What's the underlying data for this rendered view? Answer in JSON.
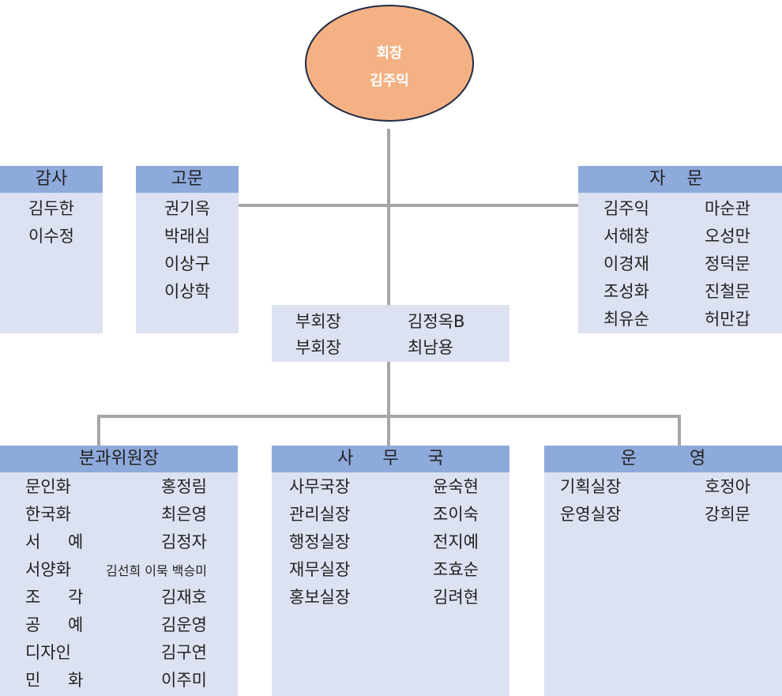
{
  "chairman": {
    "title": "회장",
    "name": "김주익"
  },
  "audit": {
    "title": "감사",
    "members": [
      "김두한",
      "이수정"
    ]
  },
  "advisor": {
    "title": "고문",
    "members": [
      "권기옥",
      "박래심",
      "이상구",
      "이상학"
    ]
  },
  "consult": {
    "title": "자 문",
    "left": [
      "김주익",
      "서해창",
      "이경재",
      "조성화",
      "최유순"
    ],
    "right": [
      "마순관",
      "오성만",
      "정덕문",
      "진철문",
      "허만갑"
    ]
  },
  "vice": {
    "rows": [
      {
        "role": "부회장",
        "name": "김정옥B"
      },
      {
        "role": "부회장",
        "name": "최남용"
      }
    ]
  },
  "committee": {
    "title": "분과위원장",
    "left": [
      "문인화",
      "한국화",
      "서 예",
      "서양화",
      "조 각",
      "공 예",
      "디자인",
      "민 화"
    ],
    "right": [
      "홍정림",
      "최은영",
      "김정자",
      "김선희 이묵 백승미",
      "김재호",
      "김운영",
      "김구연",
      "이주미"
    ]
  },
  "office": {
    "title": "사 무 국",
    "left": [
      "사무국장",
      "관리실장",
      "행정실장",
      "재무실장",
      "홍보실장"
    ],
    "right": [
      "윤숙현",
      "조이숙",
      "전지예",
      "조효순",
      "김려현"
    ]
  },
  "operation": {
    "title": "운 영",
    "left": [
      "기획실장",
      "운영실장"
    ],
    "right": [
      "호정아",
      "강희문"
    ]
  }
}
